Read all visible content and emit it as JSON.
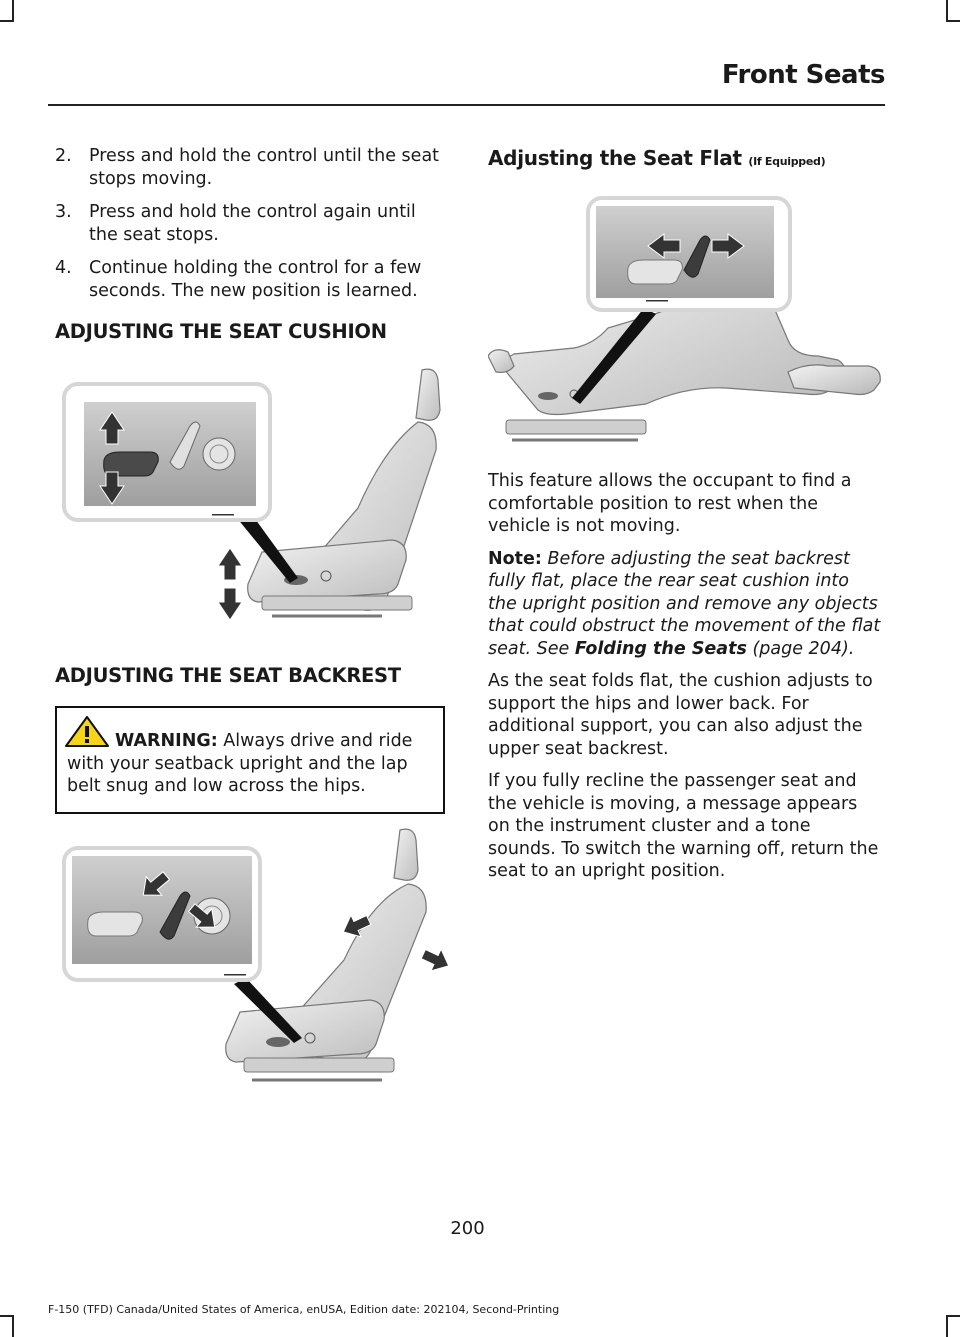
{
  "header": {
    "title": "Front Seats"
  },
  "left": {
    "steps": [
      {
        "num": "2.",
        "text": "Press and hold the control until the seat stops moving."
      },
      {
        "num": "3.",
        "text": "Press and hold the control again until the seat stops."
      },
      {
        "num": "4.",
        "text": "Continue holding the control for a few seconds. The new position is learned."
      }
    ],
    "cushion_heading": "ADJUSTING THE SEAT CUSHION",
    "backrest_heading": "ADJUSTING THE SEAT BACKREST",
    "warning": {
      "label": "WARNING:",
      "text": " Always drive and ride with your seatback upright and the lap belt snug and low across the hips."
    }
  },
  "right": {
    "heading": "Adjusting the Seat Flat",
    "heading_cond": "(If Equipped)",
    "para1": "This feature allows the occupant to find a comfortable position to rest when the vehicle is not moving.",
    "note_label": "Note:",
    "note_text": " Before adjusting the seat backrest fully flat, place the rear seat cushion into the upright position and remove any objects that could obstruct the movement of the flat seat.  See ",
    "note_ref": "Folding the Seats",
    "note_page": " (page 204).",
    "para2": "As the seat folds flat, the cushion adjusts to support the hips and lower back. For additional support, you can also adjust the upper seat backrest.",
    "para3": "If you fully recline the passenger seat and the vehicle is moving, a message appears on the instrument cluster and a tone sounds. To switch the warning off, return the seat to an upright position."
  },
  "footer": {
    "page_number": "200",
    "edition": "F-150 (TFD) Canada/United States of America, enUSA, Edition date: 202104, Second-Printing"
  }
}
